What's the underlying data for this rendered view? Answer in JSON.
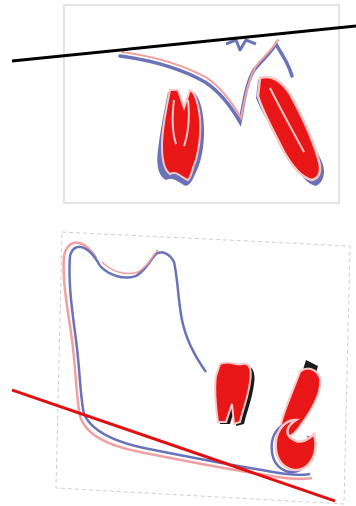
{
  "figure": {
    "panels": [
      {
        "name": "maxilla-superimposition",
        "reference_line": "palatal-plane",
        "reference_line_color": "#000000"
      },
      {
        "name": "mandible-superimposition",
        "reference_line": "mandibular-plane",
        "reference_line_color": "#e01010"
      }
    ],
    "colors": {
      "tracing_before": "#6a72b8",
      "tracing_after": "#f0a0a0",
      "tooth_fill": "#e81616",
      "tooth_highlight": "#f8c8c8",
      "panel_border": "#c8c8c8"
    }
  }
}
